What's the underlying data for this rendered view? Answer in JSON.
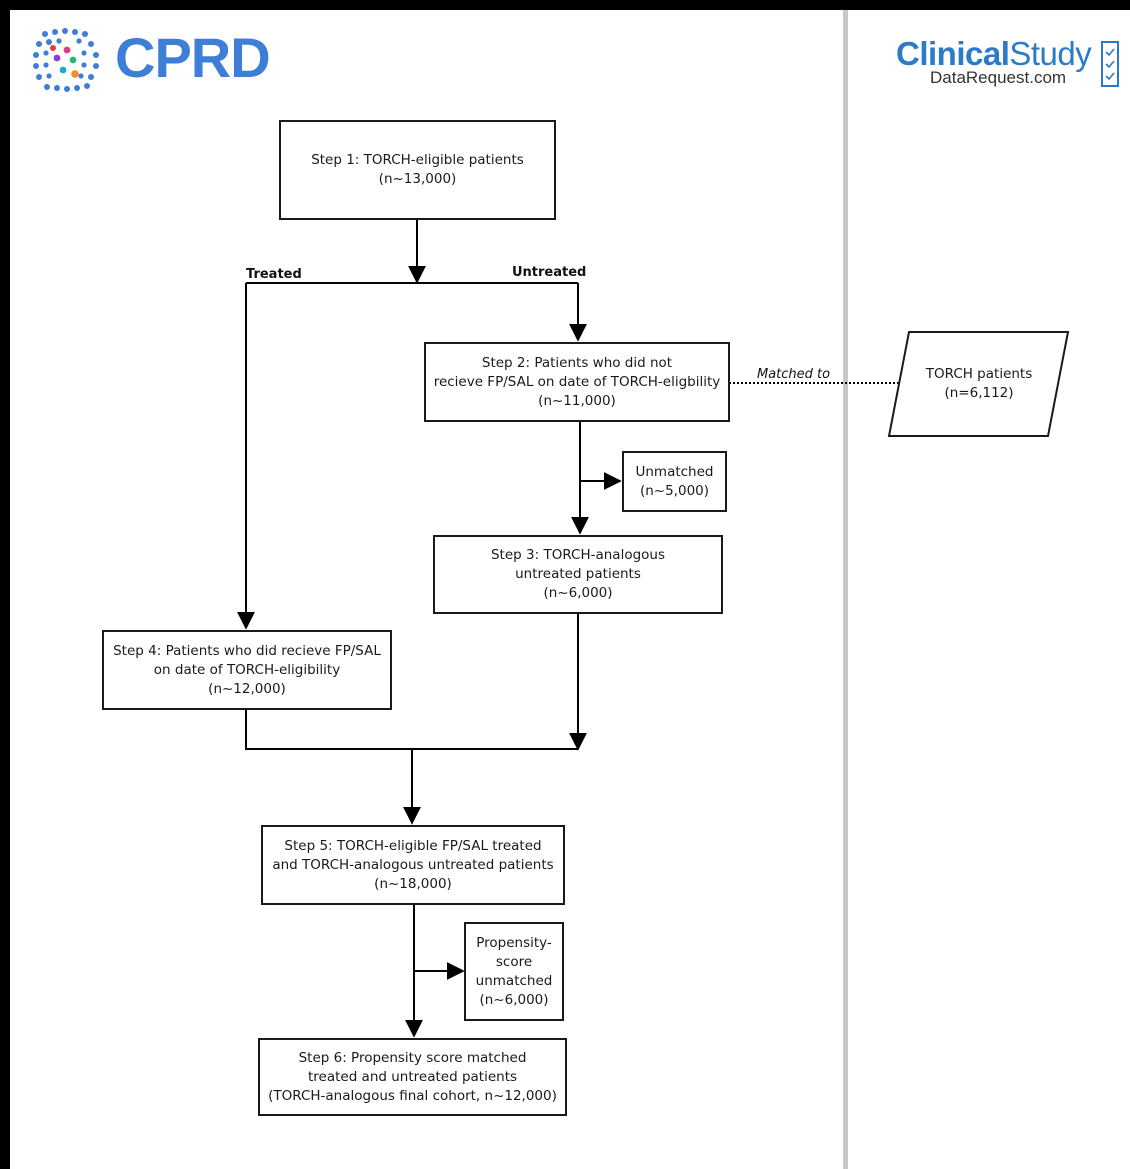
{
  "logos": {
    "cprd": "CPRD",
    "csdr_part1": "Clinical",
    "csdr_part2": "Study",
    "csdr_sub": "DataRequest.com"
  },
  "nodes": {
    "step1": [
      "Step 1: TORCH-eligible patients",
      "(n~13,000)"
    ],
    "step2": [
      "Step 2: Patients who did not",
      "recieve FP/SAL on date of TORCH-eligbility",
      "(n~11,000)"
    ],
    "unmatched": [
      "Unmatched",
      "(n~5,000)"
    ],
    "step3": [
      "Step 3: TORCH-analogous",
      "untreated patients",
      "(n~6,000)"
    ],
    "step4": [
      "Step 4: Patients who did recieve FP/SAL",
      "on date of TORCH-eligibility",
      "(n~12,000)"
    ],
    "step5": [
      "Step 5: TORCH-eligible FP/SAL treated",
      "and TORCH-analogous untreated patients",
      "(n~18,000)"
    ],
    "ps_unmatched": [
      "Propensity-",
      "score",
      "unmatched",
      "(n~6,000)"
    ],
    "step6": [
      "Step 6: Propensity score matched",
      "treated and untreated patients",
      "(TORCH-analogous final cohort, n~12,000)"
    ],
    "torch": [
      "TORCH patients",
      "(n=6,112)"
    ]
  },
  "edge_labels": {
    "treated": "Treated",
    "untreated": "Untreated",
    "matched_to": "Matched to"
  }
}
